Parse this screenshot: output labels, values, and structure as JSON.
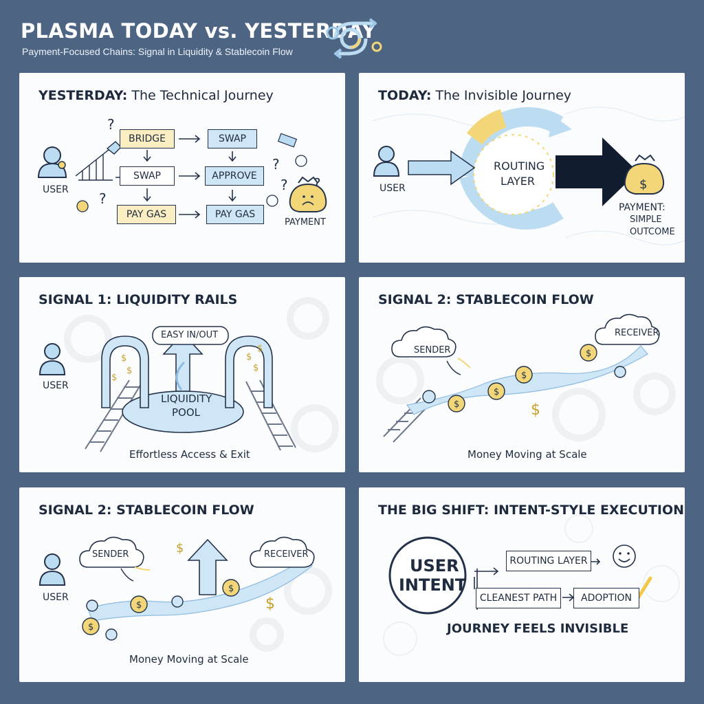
{
  "header": {
    "title": "PLASMA TODAY vs. YESTERDAY",
    "subtitle": "Payment-Focused Chains: Signal in Liquidity & Stablecoin Flow"
  },
  "colors": {
    "background": "#4e6483",
    "panel": "#fbfcfd",
    "accent_blue": "#bcdcf2",
    "accent_yellow": "#f2d677",
    "ink": "#1d2a3d",
    "arrow_dark": "#111c2e"
  },
  "panels": {
    "yesterday": {
      "title_bold": "YESTERDAY:",
      "title_rest": " The Technical Journey",
      "user": "USER",
      "steps": {
        "bridge": "BRIDGE",
        "swap_top": "SWAP",
        "swap_mid": "SWAP",
        "approve": "APPROVE",
        "pay_gas_left": "PAY GAS",
        "pay_gas_right": "PAY GAS"
      },
      "payment": "PAYMENT",
      "icons": [
        "user-icon",
        "bridge-icon",
        "question-icon",
        "confused-face-icon",
        "money-bag-sad-icon"
      ]
    },
    "today": {
      "title_bold": "TODAY:",
      "title_rest": " The Invisible Journey",
      "user": "USER",
      "routing_line1": "ROUTING",
      "routing_line2": "LAYER",
      "payment_line1": "PAYMENT:",
      "payment_line2": "SIMPLE",
      "payment_line3": "OUTCOME",
      "icons": [
        "user-icon",
        "cycle-arrow-icon",
        "big-arrow-icon",
        "money-bag-icon"
      ]
    },
    "signal1": {
      "title": "SIGNAL 1: LIQUIDITY RAILS",
      "user": "USER",
      "easy": "EASY IN/OUT",
      "pool_line1": "LIQUIDITY",
      "pool_line2": "POOL",
      "caption": "Effortless Access & Exit",
      "icons": [
        "user-icon",
        "arch-gate-icon",
        "rail-track-icon",
        "up-arrow-icon"
      ]
    },
    "signal2a": {
      "title": "SIGNAL 2: STABLECOIN FLOW",
      "sender": "SENDER",
      "receiver": "RECEIVER",
      "caption": "Money Moving at Scale",
      "icons": [
        "cloud-icon",
        "coin-icon",
        "river-icon",
        "rail-track-icon"
      ]
    },
    "signal2b": {
      "title": "SIGNAL 2: STABLECOIN FLOW",
      "user": "USER",
      "sender": "SENDER",
      "receiver": "RECEIVER",
      "caption": "Money Moving at Scale",
      "icons": [
        "user-icon",
        "cloud-icon",
        "coin-icon",
        "up-arrow-icon"
      ]
    },
    "shift": {
      "title": "THE BIG SHIFT: INTENT-STYLE EXECUTION",
      "intent_line1": "USER",
      "intent_line2": "INTENT",
      "routing": "ROUTING LAYER",
      "cleanest": "CLEANEST PATH",
      "adoption": "ADOPTION",
      "footer": "JOURNEY FEELS INVISIBLE",
      "icons": [
        "smiley-icon",
        "checkmark-icon"
      ]
    }
  }
}
